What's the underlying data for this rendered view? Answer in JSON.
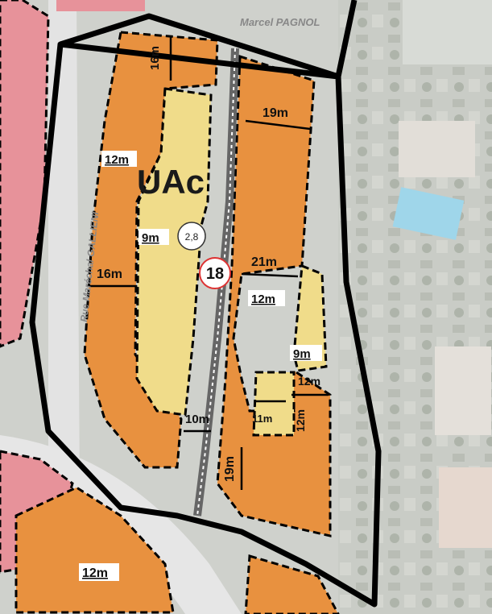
{
  "street_labels": {
    "top": "Marcel PAGNOL",
    "side": "Rue Maréchal GALLIENI"
  },
  "zone": {
    "name": "UAc",
    "density": "2,8",
    "height": "18"
  },
  "dimensions": {
    "d16_top": "16m",
    "d19_top": "19m",
    "d12_left": "12m",
    "d9_left": "9m",
    "d16_left": "16m",
    "d21": "21m",
    "d12_mid": "12m",
    "d9_right": "9m",
    "d12_small": "12m",
    "d11": "11m",
    "d12_vert": "12m",
    "d10": "10m",
    "d19_vert": "19m",
    "d12_bottom": "12m"
  },
  "colors": {
    "orange_zone": "#e8913f",
    "yellow_zone": "#f0dc8a",
    "red_zone": "#e7929a",
    "boundary": "#000000"
  }
}
